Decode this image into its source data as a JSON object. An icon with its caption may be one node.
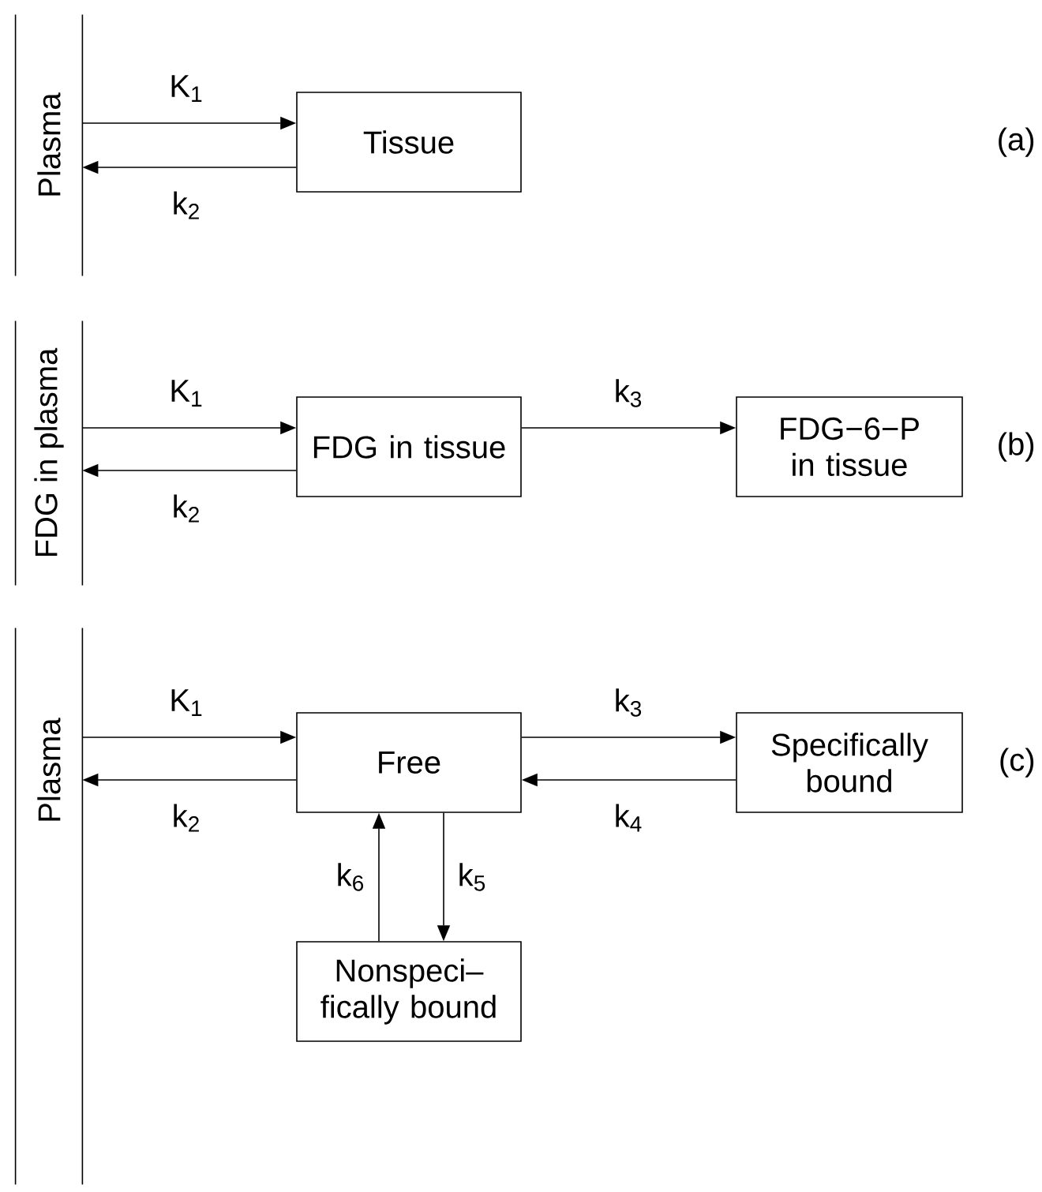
{
  "diagram": {
    "nodes": [
      {
        "text": [
          "Plasma"
        ]
      },
      {
        "text": [
          "Tissue"
        ]
      },
      {
        "text": [
          "FDG in plasma"
        ]
      },
      {
        "text": [
          "FDG in tissue"
        ]
      },
      {
        "text": [
          "FDG−6−P in tissue"
        ]
      },
      {
        "text": [
          "Plasma"
        ]
      },
      {
        "text": [
          "Free"
        ]
      },
      {
        "text": [
          "Specifically bound"
        ]
      },
      {
        "text": [
          "Nonspeci– fically bound"
        ]
      }
    ],
    "edges": [
      {
        "from": 0,
        "to": 1,
        "arrow": "to",
        "label": "K$_{1}$"
      },
      {
        "from": 1,
        "to": 0,
        "arrow": "to",
        "label": "k$_{2}$"
      },
      {
        "from": 2,
        "to": 3,
        "arrow": "to",
        "label": "K$_{1}$"
      },
      {
        "from": 3,
        "to": 2,
        "arrow": "to",
        "label": "k$_{2}$"
      },
      {
        "from": 3,
        "to": 4,
        "arrow": "to",
        "label": "k$_{3}$"
      },
      {
        "from": 5,
        "to": 6,
        "arrow": "to",
        "label": "K$_{1}$"
      },
      {
        "from": 6,
        "to": 5,
        "arrow": "to",
        "label": "k$_{2}$"
      },
      {
        "from": 6,
        "to": 7,
        "arrow": "to",
        "label": "k$_{3}$"
      },
      {
        "from": 7,
        "to": 6,
        "arrow": "to",
        "label": "k$_{4}$"
      },
      {
        "from": 6,
        "to": 8,
        "arrow": "to",
        "label": "k$_{5}$"
      },
      {
        "from": 8,
        "to": 6,
        "arrow": "to",
        "label": "k$_{6}$"
      }
    ],
    "labels": [
      "(a)",
      "(b)",
      "(c)"
    ]
  }
}
